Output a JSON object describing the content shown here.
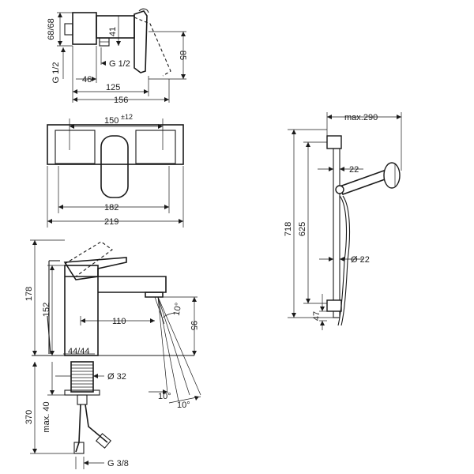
{
  "shower_mixer": {
    "dims": {
      "d68_68": "68/68",
      "d41": "41",
      "d85": "85",
      "g_left": "G 1/2",
      "g_right": "G 1/2",
      "d46": "46",
      "d125": "125",
      "d156": "156"
    }
  },
  "front_view": {
    "dims": {
      "d150": "150",
      "tol": "±12",
      "d182": "182",
      "d219": "219"
    }
  },
  "basin_mixer": {
    "dims": {
      "d178": "178",
      "d152": "152",
      "d110": "110",
      "d95": "95",
      "a10_top": "10°",
      "d44": "44/44",
      "d32": "Ø 32",
      "d370": "370",
      "max40": "max. 40",
      "a10_a": "10°",
      "a10_b": "10°",
      "g38": "G 3/8"
    }
  },
  "shower_set": {
    "dims": {
      "max290": "max.290",
      "d22": "22",
      "d718": "718",
      "d625": "625",
      "dia22": "Ø 22",
      "d47": "47"
    }
  }
}
